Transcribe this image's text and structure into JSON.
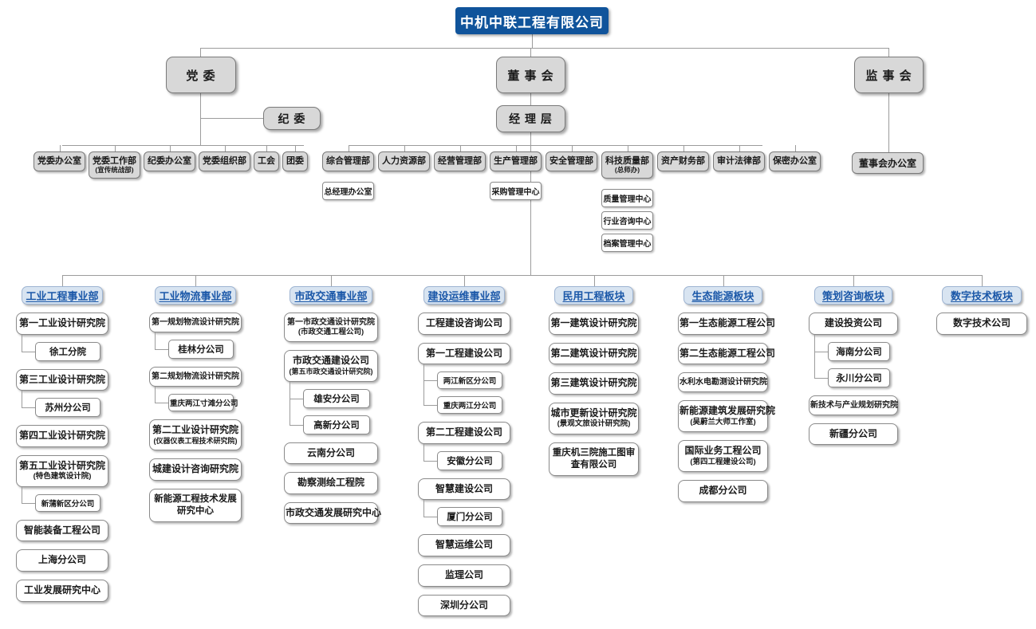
{
  "title": "中机中联工程有限公司",
  "governance": {
    "party_committee": "党  委",
    "discipline_committee": "纪  委",
    "board": "董 事 会",
    "management_layer": "经 理 层",
    "supervisory_board": "监 事 会",
    "board_office": "董事会办公室"
  },
  "party_departments": [
    {
      "label": "党委办公室"
    },
    {
      "label": "党委工作部",
      "sub": "(宣传统战部)"
    },
    {
      "label": "纪委办公室"
    },
    {
      "label": "党委组织部"
    },
    {
      "label": "工会"
    },
    {
      "label": "团委"
    }
  ],
  "management_departments": [
    {
      "label": "综合管理部",
      "children": [
        "总经理办公室"
      ]
    },
    {
      "label": "人力资源部"
    },
    {
      "label": "经营管理部"
    },
    {
      "label": "生产管理部",
      "children": [
        "采购管理中心"
      ]
    },
    {
      "label": "安全管理部"
    },
    {
      "label": "科技质量部",
      "sub": "(总师办)",
      "children": [
        "质量管理中心",
        "行业咨询中心",
        "档案管理中心"
      ]
    },
    {
      "label": "资产财务部"
    },
    {
      "label": "审计法律部"
    },
    {
      "label": "保密办公室"
    }
  ],
  "divisions": [
    {
      "label": "工业工程事业部",
      "units": [
        {
          "label": "第一工业设计研究院",
          "branches": [
            "徐工分院"
          ]
        },
        {
          "label": "第三工业设计研究院",
          "branches": [
            "苏州分公司"
          ]
        },
        {
          "label": "第四工业设计研究院"
        },
        {
          "label": "第五工业设计研究院",
          "sub": "(特色建筑设计院)",
          "branches": [
            "新蒲新区分公司"
          ]
        },
        {
          "label": "智能装备工程公司"
        },
        {
          "label": "上海分公司"
        },
        {
          "label": "工业发展研究中心"
        }
      ]
    },
    {
      "label": "工业物流事业部",
      "units": [
        {
          "label": "第一规划物流设计研究院",
          "branches": [
            "桂林分公司"
          ]
        },
        {
          "label": "第二规划物流设计研究院",
          "branches": [
            "重庆两江寸滩分公司"
          ]
        },
        {
          "label": "第二工业设计研究院",
          "sub": "(仪器仪表工程技术研究院)"
        },
        {
          "label": "城建设计咨询研究院"
        },
        {
          "label": "新能源工程技术发展研究中心"
        }
      ]
    },
    {
      "label": "市政交通事业部",
      "units": [
        {
          "label": "第一市政交通设计研究院",
          "sub": "(市政交通工程公司)"
        },
        {
          "label": "市政交通建设公司",
          "sub": "(第五市政交通设计研究院)",
          "branches": [
            "雄安分公司",
            "高新分公司"
          ]
        },
        {
          "label": "云南分公司"
        },
        {
          "label": "勘察测绘工程院"
        },
        {
          "label": "市政交通发展研究中心"
        }
      ]
    },
    {
      "label": "建设运维事业部",
      "units": [
        {
          "label": "工程建设咨询公司"
        },
        {
          "label": "第一工程建设公司",
          "branches": [
            "两江新区分公司",
            "重庆两江分公司"
          ]
        },
        {
          "label": "第二工程建设公司",
          "branches": [
            "安徽分公司"
          ]
        },
        {
          "label": "智慧建设公司",
          "branches": [
            "厦门分公司"
          ]
        },
        {
          "label": "智慧运维公司"
        },
        {
          "label": "监理公司"
        },
        {
          "label": "深圳分公司"
        }
      ]
    },
    {
      "label": "民用工程板块",
      "units": [
        {
          "label": "第一建筑设计研究院"
        },
        {
          "label": "第二建筑设计研究院"
        },
        {
          "label": "第三建筑设计研究院"
        },
        {
          "label": "城市更新设计研究院",
          "sub": "(景观文旅设计研究院)"
        },
        {
          "label": "重庆机三院施工图审查有限公司"
        }
      ]
    },
    {
      "label": "生态能源板块",
      "units": [
        {
          "label": "第一生态能源工程公司"
        },
        {
          "label": "第二生态能源工程公司"
        },
        {
          "label": "水利水电勘测设计研究院"
        },
        {
          "label": "新能源建筑发展研究院",
          "sub": "(吴蔚兰大师工作室)"
        },
        {
          "label": "国际业务工程公司",
          "sub": "(第四工程建设公司)"
        },
        {
          "label": "成都分公司"
        }
      ]
    },
    {
      "label": "策划咨询板块",
      "units": [
        {
          "label": "建设投资公司",
          "branches": [
            "海南分公司",
            "永川分公司"
          ]
        },
        {
          "label": "新技术与产业规划研究院"
        },
        {
          "label": "新疆分公司"
        }
      ]
    },
    {
      "label": "数字技术板块",
      "units": [
        {
          "label": "数字技术公司"
        }
      ]
    }
  ],
  "colors": {
    "title_bg": "#10549b",
    "title_text": "#ffffff",
    "gray_box_bg": "#d8d8d8",
    "division_header_bg": "#d8e4f1",
    "division_header_text": "#1a57a8",
    "line": "#9c9c9c"
  }
}
